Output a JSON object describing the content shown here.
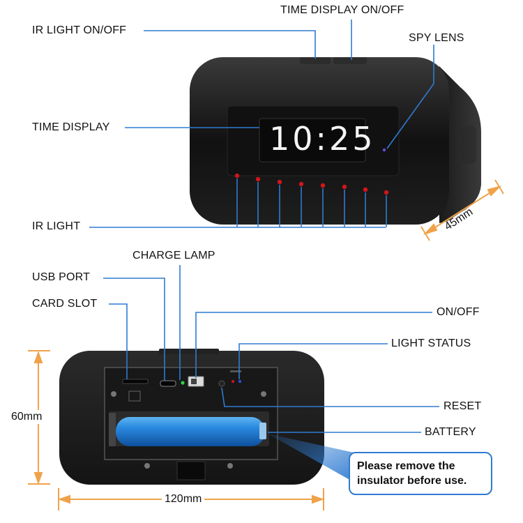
{
  "labels": {
    "time_display_onoff": "TIME DISPLAY ON/OFF",
    "ir_light_onoff": "IR LIGHT ON/OFF",
    "spy_lens": "SPY LENS",
    "time_display": "TIME DISPLAY",
    "ir_light": "IR LIGHT",
    "charge_lamp": "CHARGE LAMP",
    "usb_port": "USB PORT",
    "card_slot": "CARD SLOT",
    "on_off": "ON/OFF",
    "light_status": "LIGHT STATUS",
    "reset": "RESET",
    "battery": "BATTERY"
  },
  "dimensions": {
    "depth": "45mm",
    "height": "60mm",
    "width": "120mm"
  },
  "clock": {
    "time": "10:25"
  },
  "note": {
    "line1": "Please remove the",
    "line2": "insulator before use."
  },
  "colors": {
    "leader_line": "#2f7bd1",
    "dimension_line": "#f0a24a",
    "device_body": "#151515",
    "ir_led": "#d0161c",
    "battery": "#1f86d6"
  }
}
